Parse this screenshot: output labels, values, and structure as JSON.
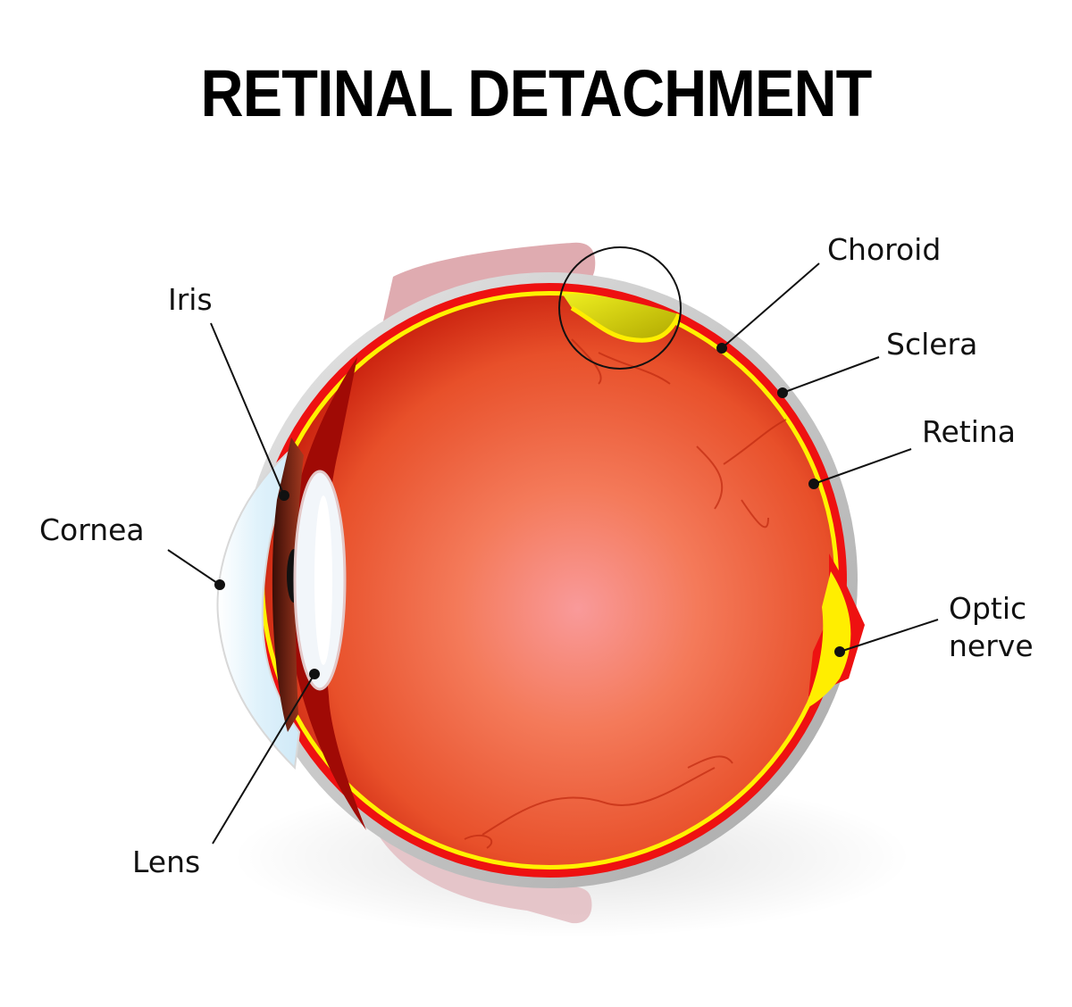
{
  "title": "RETINAL DETACHMENT",
  "labels": {
    "iris": "Iris",
    "cornea": "Cornea",
    "lens": "Lens",
    "choroid": "Choroid",
    "sclera": "Sclera",
    "retina": "Retina",
    "optic_line1": "Optic",
    "optic_line2": "nerve"
  },
  "colors": {
    "sclera": "#c8c8c8",
    "choroid": "#ee1111",
    "retina": "#ffee00",
    "vitreous_center": "#f79a9a",
    "vitreous_edge": "#d42a10",
    "iris": "#8a2a1a",
    "cornea": "#dff0fa",
    "lens": "#f2f6fa",
    "muscle": "#d89aa0"
  }
}
